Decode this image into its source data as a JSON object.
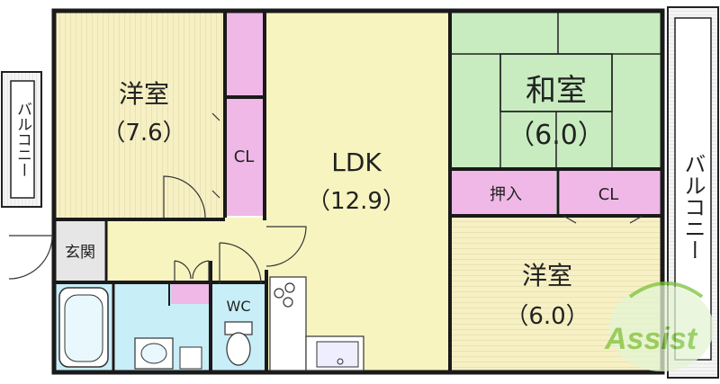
{
  "rooms": {
    "western_left": {
      "name": "洋室",
      "size": "（7.6）"
    },
    "ldk": {
      "name": "LDK",
      "size": "（12.9）"
    },
    "japanese": {
      "name": "和室",
      "size": "（6.0）"
    },
    "western_right": {
      "name": "洋室",
      "size": "（6.0）"
    },
    "closet_left": "CL",
    "oshiire": "押入",
    "closet_right": "CL",
    "entrance": "玄関",
    "wc": "WC"
  },
  "balcony_left": "バルコニー",
  "balcony_right": "バルコニー",
  "watermark": "Assist",
  "colors": {
    "wood_floor": "#f6f0c4",
    "ldk_floor": "#f7f4c0",
    "tatami": "#c8ecc0",
    "closet": "#f0b8e6",
    "wet_area": "#c8eef8",
    "wall": "#1a1a1a",
    "balcony": "#f4f4f4",
    "watermark_green": "#7cc23a"
  },
  "icons": [
    "bathtub-icon",
    "washbasin-icon",
    "toilet-icon",
    "stove-icon",
    "sink-icon",
    "assist-logo-icon"
  ]
}
